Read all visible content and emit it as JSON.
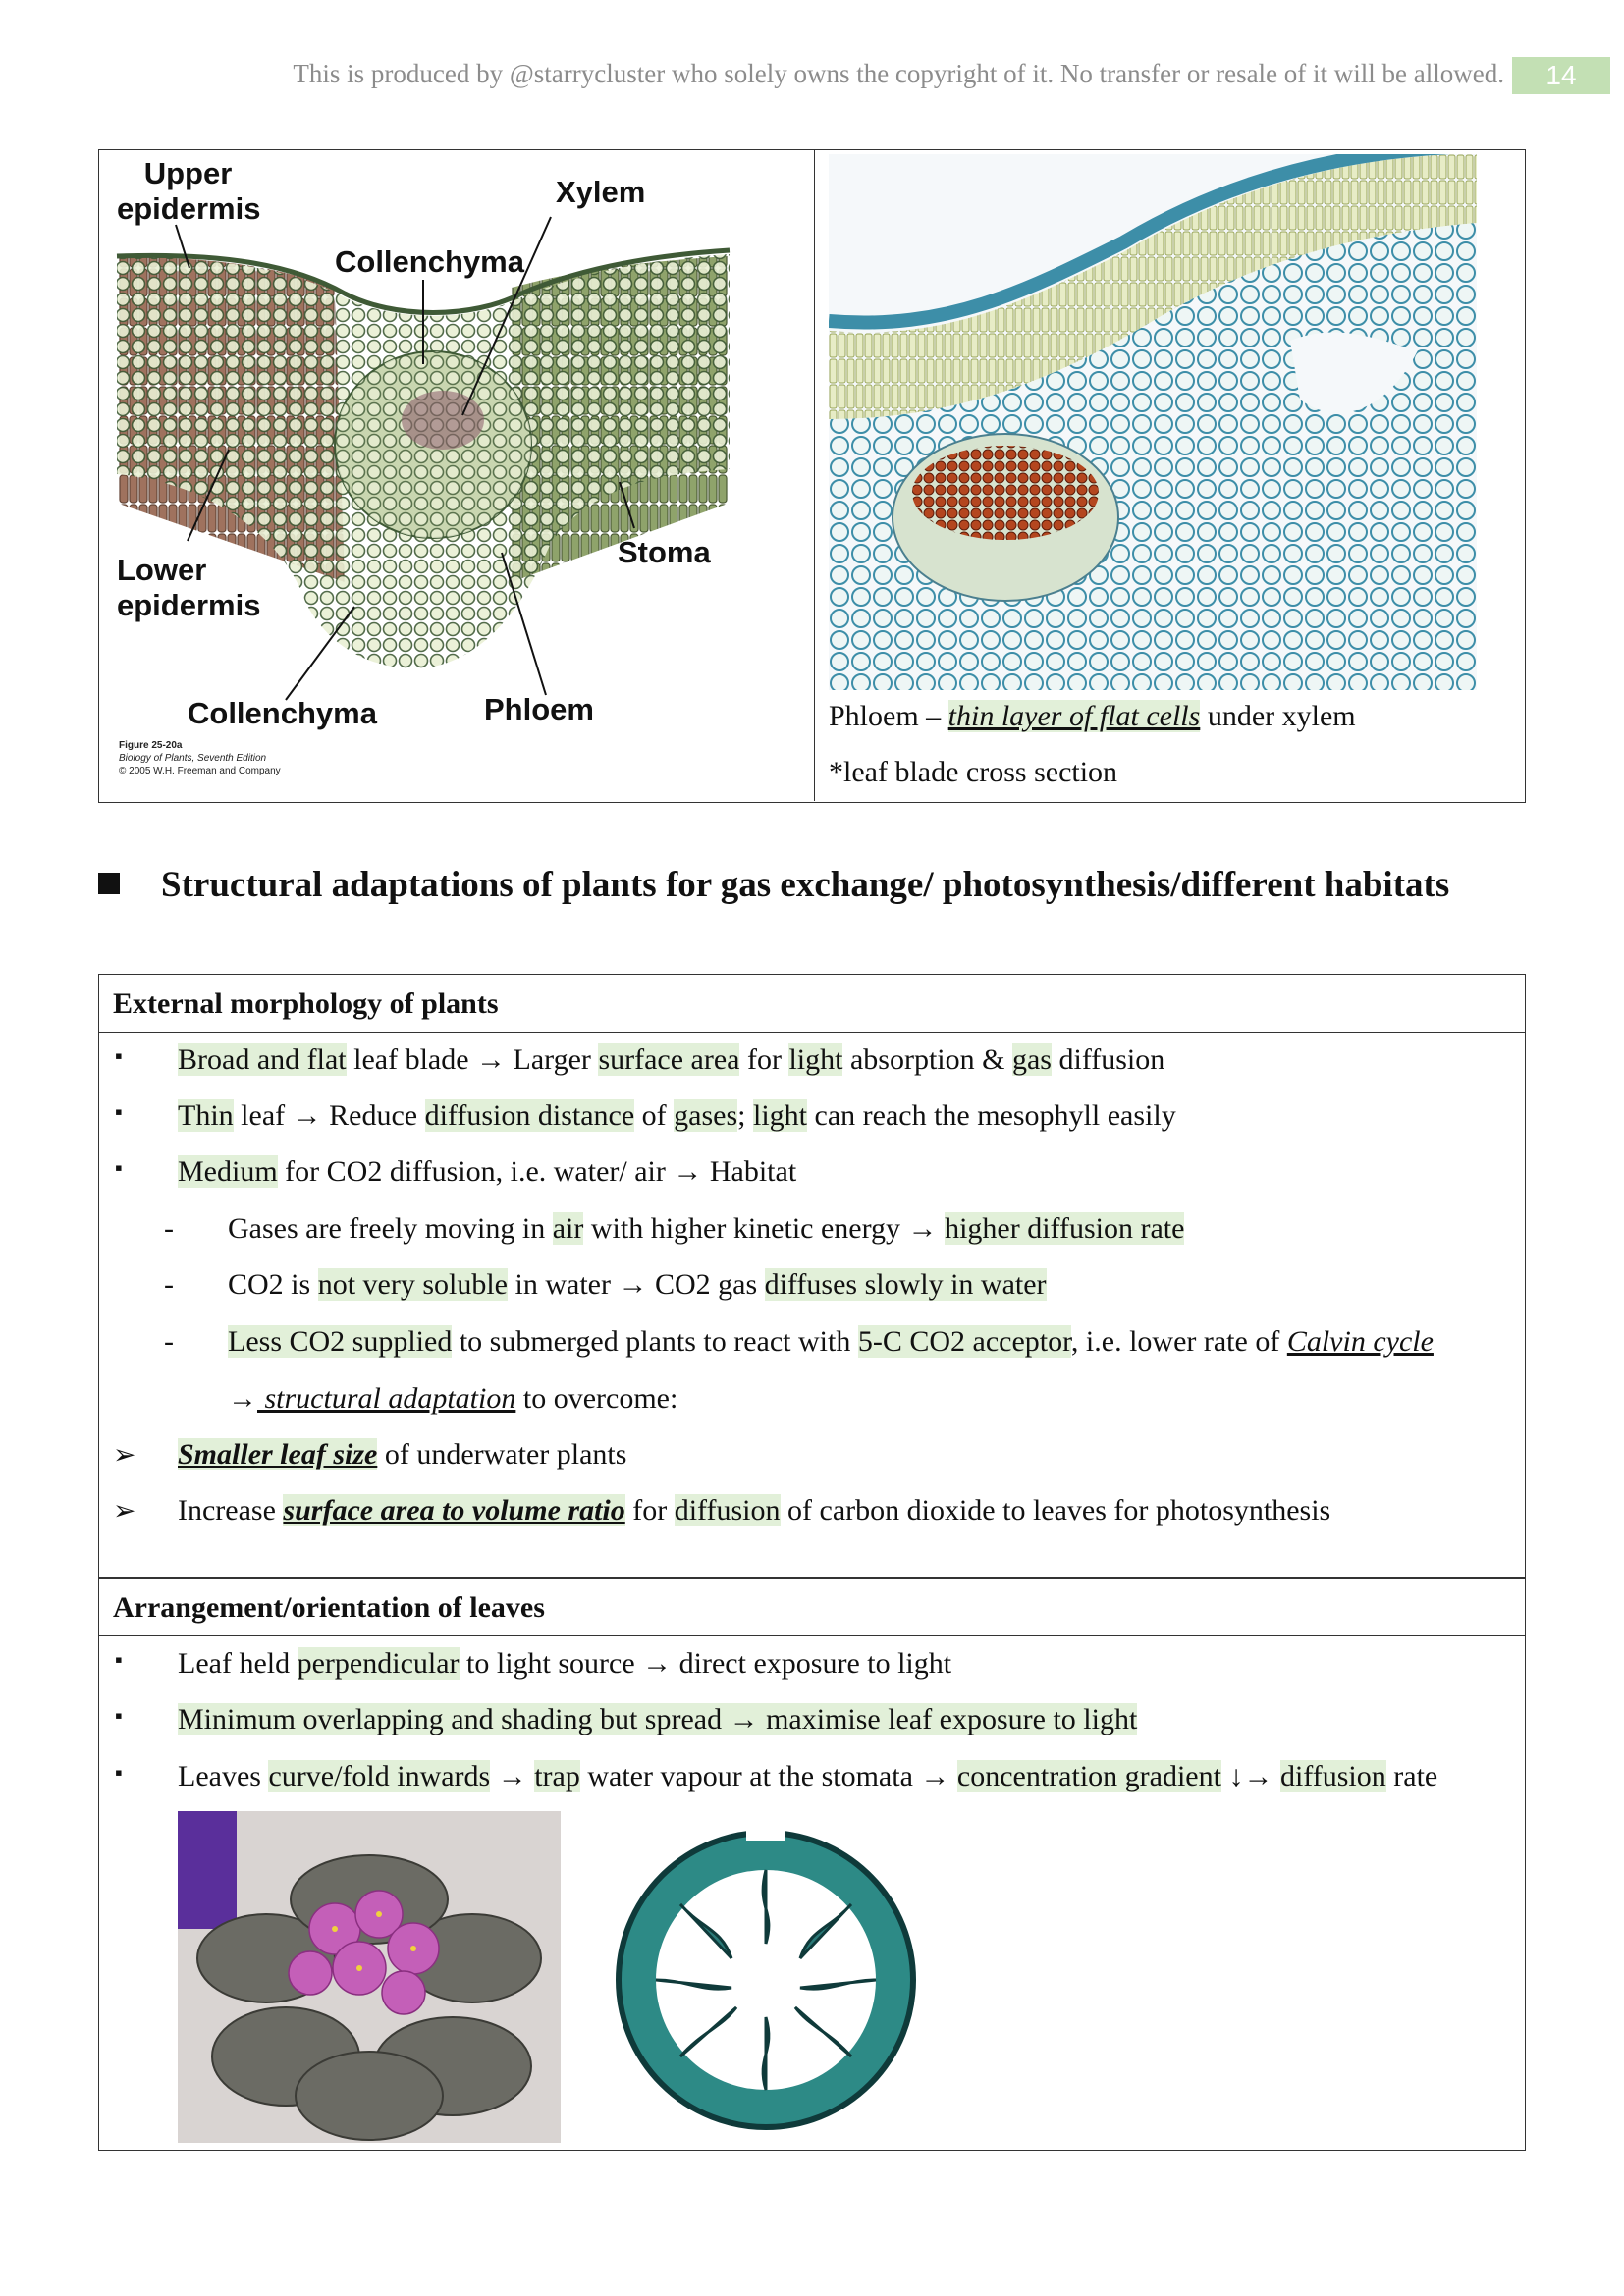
{
  "header": {
    "copyright": "This is produced by @starrycluster who solely owns the copyright of it. No transfer or resale of it will be allowed.",
    "page_number": "14"
  },
  "figure_left": {
    "labels": {
      "upper_epidermis": "Upper epidermis",
      "xylem": "Xylem",
      "collenchyma_top": "Collenchyma",
      "lower_epidermis": "Lower epidermis",
      "stoma": "Stoma",
      "collenchyma_bottom": "Collenchyma",
      "phloem": "Phloem"
    },
    "credit": {
      "figure": "Figure 25-20a",
      "book": "Biology of Plants, Seventh Edition",
      "copyright": "© 2005 W.H. Freeman and Company"
    }
  },
  "figure_right": {
    "caption_prefix": "Phloem – ",
    "caption_em": "thin layer of flat cells",
    "caption_suffix": " under xylem",
    "note": "*leaf blade cross section"
  },
  "section": {
    "title": "Structural adaptations of plants for gas exchange/ photosynthesis/different habitats"
  },
  "external": {
    "heading": "External morphology of plants",
    "b1": {
      "hl1": "Broad and flat",
      "t1": " leaf blade → Larger ",
      "hl2": "surface area",
      "t2": " for ",
      "hl3": "light",
      "t3": " absorption & ",
      "hl4": "gas",
      "t4": " diffusion"
    },
    "b2": {
      "hl1": "Thin",
      "t1": " leaf → Reduce ",
      "hl2": "diffusion distance",
      "t2": " of ",
      "hl3": "gases",
      "t3": "; ",
      "hl4": "light",
      "t4": " can reach the mesophyll easily"
    },
    "b3": {
      "hl1": "Medium",
      "t1": " for CO2 diffusion, i.e. water/ air → Habitat"
    },
    "d1": {
      "t1": "Gases are freely moving in ",
      "hl1": "air",
      "t2": " with higher kinetic energy → ",
      "hl2": "higher diffusion rate"
    },
    "d2": {
      "t1": "CO2 is ",
      "hl1": "not very soluble",
      "t2": " in water → CO2 gas ",
      "hl2": "diffuses slowly in water"
    },
    "d3": {
      "hl1": "Less CO2 supplied",
      "t1": " to submerged plants to react with ",
      "hl2": "5-C CO2 acceptor",
      "t2": ", i.e. lower rate of ",
      "em": "Calvin cycle"
    },
    "d3b": {
      "arrow": "→",
      "em": " structural adaptation",
      "t1": " to overcome:"
    },
    "a1": {
      "em": "Smaller leaf size",
      "t1": " of underwater plants"
    },
    "a2": {
      "t1": "Increase ",
      "em": "surface area to volume ratio",
      "t2": " for ",
      "hl1": "diffusion",
      "t3": " of carbon dioxide to leaves for photosynthesis"
    }
  },
  "arrangement": {
    "heading": "Arrangement/orientation of leaves",
    "b1": {
      "t1": "Leaf held ",
      "hl1": "perpendicular",
      "t2": " to light source → direct exposure to light"
    },
    "b2": {
      "hl1": "Minimum overlapping and shading but spread → maximise leaf exposure to light"
    },
    "b3": {
      "t1": "Leaves ",
      "hl1": "curve/fold inwards",
      "t2": " → ",
      "hl2": "trap",
      "t3": " water vapour at the stomata → ",
      "hl3": "concentration gradient",
      "t4": " ↓→ ",
      "hl4": "diffusion",
      "t5": " rate"
    }
  },
  "markers": {
    "square": "▪",
    "dash": "-",
    "arrow": "➢"
  },
  "colors": {
    "highlight": "#e2f0d9",
    "page_num_bg": "#c3e0b4",
    "header_text": "#8c8c8c"
  }
}
